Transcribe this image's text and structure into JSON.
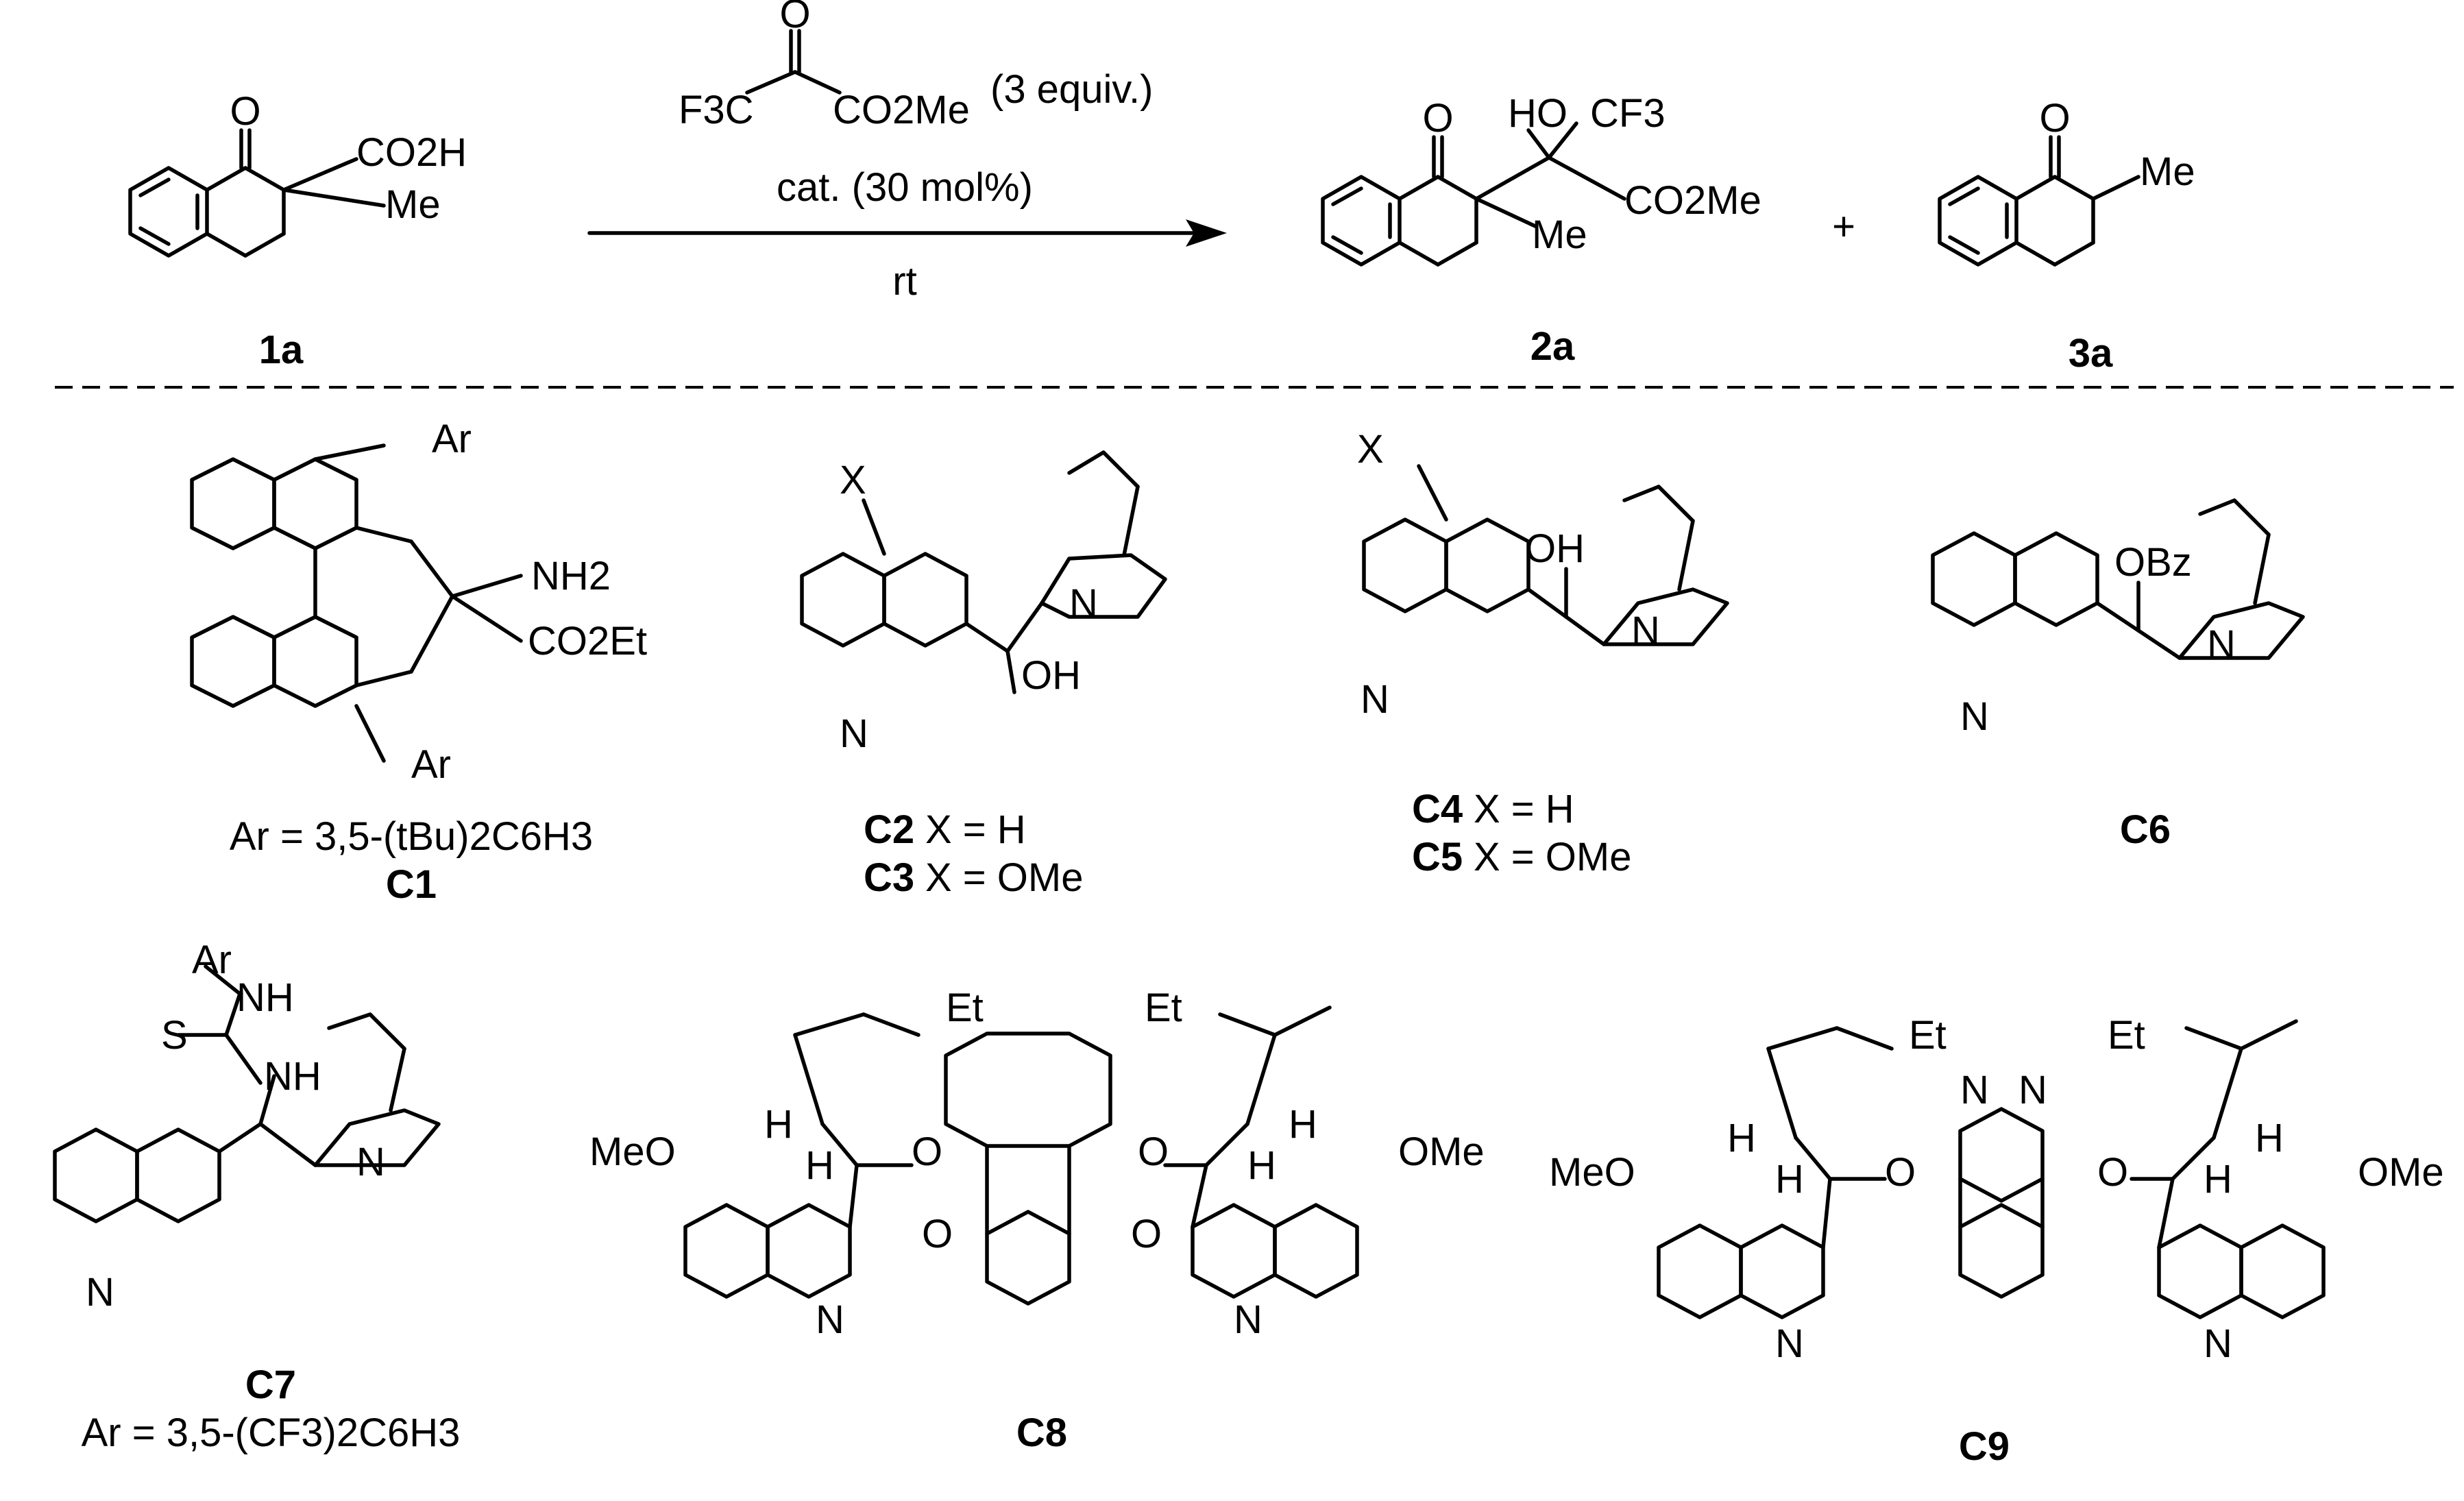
{
  "reaction": {
    "reagent_line1": "F3C",
    "reagent_ester": "CO2Me",
    "reagent_equiv": "(3 equiv.)",
    "catalyst": "cat. (30 mol%)",
    "conditions": "rt",
    "plus": "+"
  },
  "compounds": {
    "sm": {
      "id": "1a",
      "sub1": "CO2H",
      "sub2": "Me",
      "o": "O"
    },
    "p1": {
      "id": "2a",
      "o": "O",
      "ho": "HO",
      "cf3": "CF3",
      "ester": "CO2Me",
      "me": "Me"
    },
    "p2": {
      "id": "3a",
      "o": "O",
      "me": "Me"
    }
  },
  "catalysts": {
    "c1": {
      "id": "C1",
      "note": "Ar = 3,5-(tBu)2C6H3",
      "ar": "Ar",
      "nh2": "NH2",
      "ester": "CO2Et"
    },
    "c2c3": {
      "id_a": "C2",
      "text_a": "X = H",
      "id_b": "C3",
      "text_b": "X = OMe",
      "x": "X",
      "n": "N",
      "oh": "OH"
    },
    "c4c5": {
      "id_a": "C4",
      "text_a": "X = H",
      "id_b": "C5",
      "text_b": "X = OMe",
      "x": "X",
      "n": "N",
      "oh": "OH"
    },
    "c6": {
      "id": "C6",
      "obz": "OBz",
      "n": "N"
    },
    "c7": {
      "id": "C7",
      "note": "Ar = 3,5-(CF3)2C6H3",
      "ar": "Ar",
      "nh": "NH",
      "s": "S",
      "n": "N"
    },
    "c8": {
      "id": "C8",
      "et": "Et",
      "meo": "MeO",
      "ome": "OMe",
      "o": "O",
      "n": "N",
      "h": "H"
    },
    "c9": {
      "id": "C9",
      "et": "Et",
      "meo": "MeO",
      "ome": "OMe",
      "o": "O",
      "n": "N",
      "h": "H"
    }
  }
}
